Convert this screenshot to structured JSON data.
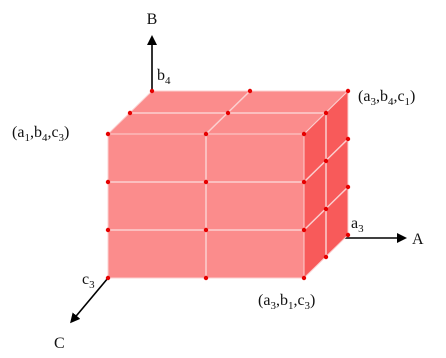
{
  "axes": {
    "b": {
      "label": "B",
      "tick": "b",
      "tick_sub": "4"
    },
    "a": {
      "label": "A",
      "tick": "a",
      "tick_sub": "3"
    },
    "c": {
      "label": "C",
      "tick": "c",
      "tick_sub": "3"
    }
  },
  "corners": {
    "top_left": {
      "p1": "(a",
      "s1": "1",
      "p2": ",b",
      "s2": "4",
      "p3": ",c",
      "s3": "3",
      "p4": ")"
    },
    "top_right": {
      "p1": "(a",
      "s1": "3",
      "p2": ",b",
      "s2": "4",
      "p3": ",c",
      "s3": "1",
      "p4": ")"
    },
    "bottom_right": {
      "p1": "(a",
      "s1": "3",
      "p2": ",b",
      "s2": "1",
      "p3": ",c",
      "s3": "3",
      "p4": ")"
    }
  },
  "colors": {
    "front": "#fb8c8c",
    "top": "#fb8c8c",
    "side": "#f85a5a",
    "grid_line": "#fbd0d0",
    "node": "#e60000",
    "axis": "#000000"
  }
}
